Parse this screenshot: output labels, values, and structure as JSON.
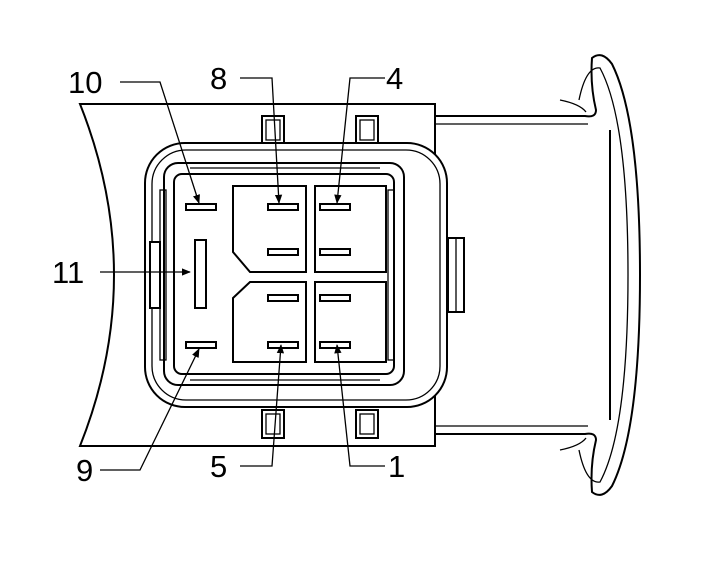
{
  "diagram": {
    "pins": [
      {
        "id": "p1",
        "label": "1"
      },
      {
        "id": "p4",
        "label": "4"
      },
      {
        "id": "p5",
        "label": "5"
      },
      {
        "id": "p8",
        "label": "8"
      },
      {
        "id": "p9",
        "label": "9"
      },
      {
        "id": "p10",
        "label": "10"
      },
      {
        "id": "p11",
        "label": "11"
      }
    ],
    "colors": {
      "line": "#000000",
      "background": "#ffffff"
    }
  }
}
